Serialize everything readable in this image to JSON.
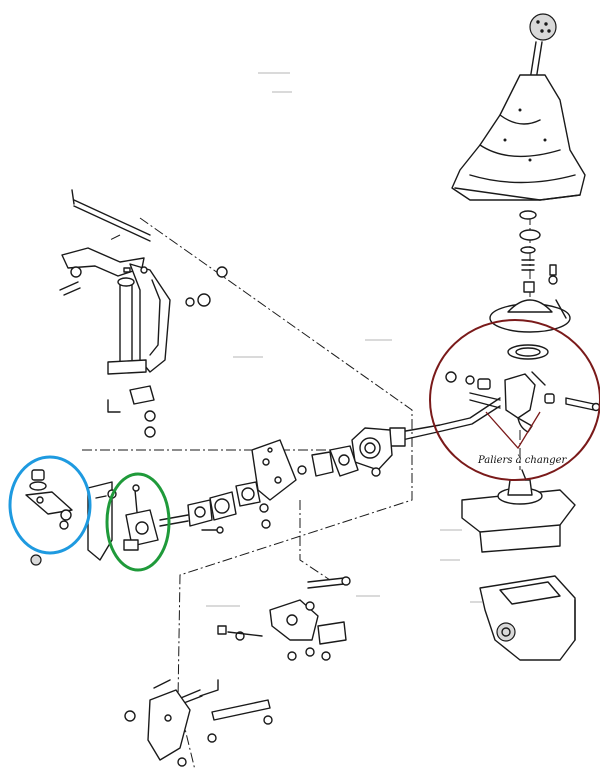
{
  "annotations": {
    "callout_label": "Paliers à changer",
    "circles": [
      {
        "id": "red",
        "color": "#7a1a1a"
      },
      {
        "id": "blue",
        "color": "#1e9ae0"
      },
      {
        "id": "green",
        "color": "#1f9a3a"
      }
    ]
  },
  "colors": {
    "ink": "#1a1a1a",
    "paper": "#ffffff",
    "shade": "#d9d9d9"
  },
  "icons": [
    "gear-knob",
    "shift-boot",
    "gear-lever",
    "linkage-rod",
    "bushing",
    "bracket",
    "gearbox-housing"
  ]
}
